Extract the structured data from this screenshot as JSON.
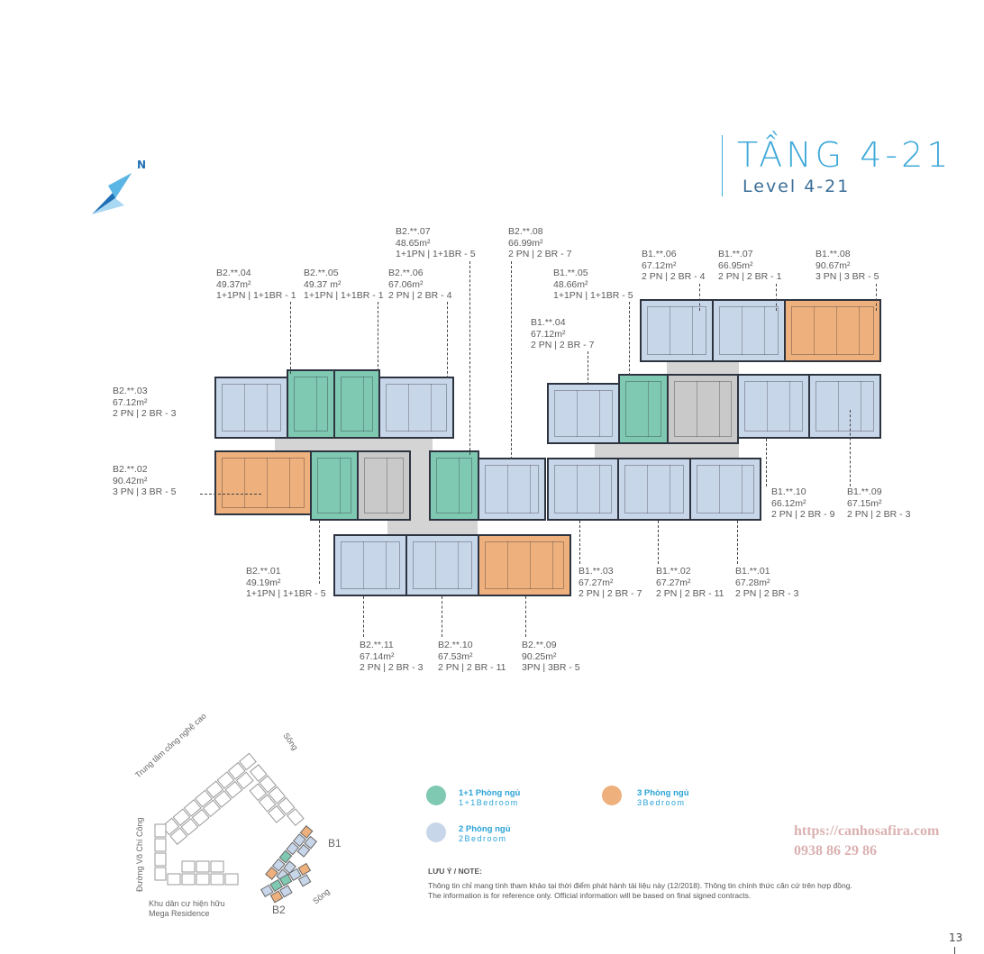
{
  "header": {
    "title": "TẦNG 4-21",
    "subtitle": "Level 4-21",
    "compass_label": "N"
  },
  "units": [
    {
      "code": "B2.**.04",
      "area": "49.37m²",
      "type": "1+1PN | 1+1BR - 1"
    },
    {
      "code": "B2.**.05",
      "area": "49.37 m²",
      "type": "1+1PN | 1+1BR - 1"
    },
    {
      "code": "B2.**.06",
      "area": "67.06m²",
      "type": "2 PN | 2 BR - 4"
    },
    {
      "code": "B2.**.07",
      "area": "48.65m²",
      "type": "1+1PN | 1+1BR - 5"
    },
    {
      "code": "B2.**.08",
      "area": "66.99m²",
      "type": "2 PN | 2 BR - 7"
    },
    {
      "code": "B2.**.03",
      "area": "67.12m²",
      "type": "2 PN | 2 BR - 3"
    },
    {
      "code": "B2.**.02",
      "area": "90.42m²",
      "type": "3 PN | 3 BR - 5"
    },
    {
      "code": "B2.**.01",
      "area": "49.19m²",
      "type": "1+1PN | 1+1BR - 5"
    },
    {
      "code": "B2.**.11",
      "area": "67.14m²",
      "type": "2 PN | 2 BR - 3"
    },
    {
      "code": "B2.**.10",
      "area": "67.53m²",
      "type": "2 PN | 2 BR - 11"
    },
    {
      "code": "B2.**.09",
      "area": "90.25m²",
      "type": "3PN | 3BR - 5"
    },
    {
      "code": "B1.**.05",
      "area": "48.66m²",
      "type": "1+1PN | 1+1BR - 5"
    },
    {
      "code": "B1.**.04",
      "area": "67.12m²",
      "type": "2 PN | 2 BR - 7"
    },
    {
      "code": "B1.**.06",
      "area": "67.12m²",
      "type": "2 PN | 2 BR - 4"
    },
    {
      "code": "B1.**.07",
      "area": "66.95m²",
      "type": "2 PN | 2 BR - 1"
    },
    {
      "code": "B1.**.08",
      "area": "90.67m²",
      "type": "3 PN | 3 BR - 5"
    },
    {
      "code": "B1.**.10",
      "area": "66.12m²",
      "type": "2 PN | 2 BR - 9"
    },
    {
      "code": "B1.**.09",
      "area": "67.15m²",
      "type": "2 PN | 2 BR - 3"
    },
    {
      "code": "B1.**.03",
      "area": "67.27m²",
      "type": "2 PN | 2 BR - 7"
    },
    {
      "code": "B1.**.02",
      "area": "67.27m²",
      "type": "2 PN | 2 BR - 11"
    },
    {
      "code": "B1.**.01",
      "area": "67.28m²",
      "type": "2 PN | 2 BR - 3"
    }
  ],
  "legend": {
    "items": [
      {
        "vi": "1+1 Phòng ngủ",
        "en": "1+1Bedroom",
        "color": "#7fc8b2"
      },
      {
        "vi": "3 Phòng ngủ",
        "en": "3Bedroom",
        "color": "#eeb07c"
      },
      {
        "vi": "2 Phòng ngủ",
        "en": "2Bedroom",
        "color": "#c8d6ea"
      }
    ],
    "note_title": "LƯU Ý / NOTE:",
    "note_vi": "Thông tin chỉ mang tính tham khảo tại thời điểm phát hành tài liệu này (12/2018). Thông tin chính thức căn cứ trên hợp đồng.",
    "note_en": "The information is for reference only. Official information will be based on final signed contracts."
  },
  "watermark": {
    "url": "https://canhosafira.com",
    "phone": "0938 86 29 86"
  },
  "site_map": {
    "tech_center": "Trung tâm công nghệ cao",
    "river_top": "Sông",
    "river_bottom": "Sông",
    "road": "Đường Võ Chí Công",
    "residence_line1": "Khu dân cư hiện hữu",
    "residence_line2": "Mega Residence",
    "b1": "B1",
    "b2": "B2"
  },
  "page_number": "13"
}
